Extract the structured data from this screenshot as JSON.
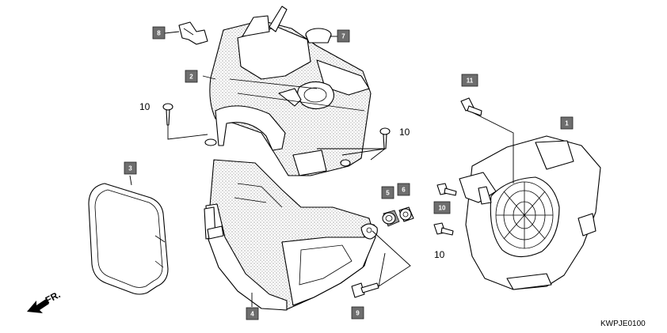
{
  "callouts": [
    {
      "id": "c1",
      "text": "1",
      "boxed": true
    },
    {
      "id": "c2",
      "text": "2",
      "boxed": true
    },
    {
      "id": "c3",
      "text": "3",
      "boxed": true
    },
    {
      "id": "c4",
      "text": "4",
      "boxed": true
    },
    {
      "id": "c5",
      "text": "5",
      "boxed": true
    },
    {
      "id": "c6",
      "text": "6",
      "boxed": true
    },
    {
      "id": "c7",
      "text": "7",
      "boxed": true
    },
    {
      "id": "c8",
      "text": "8",
      "boxed": true
    },
    {
      "id": "c9",
      "text": "9",
      "boxed": true
    },
    {
      "id": "c10a",
      "text": "10",
      "boxed": false
    },
    {
      "id": "c10b",
      "text": "10",
      "boxed": false
    },
    {
      "id": "c10c",
      "text": "10",
      "boxed": true
    },
    {
      "id": "c10d",
      "text": "10",
      "boxed": false
    },
    {
      "id": "c11",
      "text": "11",
      "boxed": true
    }
  ],
  "direction_label": "FR.",
  "diagram_code": "KWPJE0100",
  "colors": {
    "callout_box": "#6e6e6e",
    "callout_text": "#ffffff",
    "line": "#000000",
    "background": "#ffffff"
  }
}
